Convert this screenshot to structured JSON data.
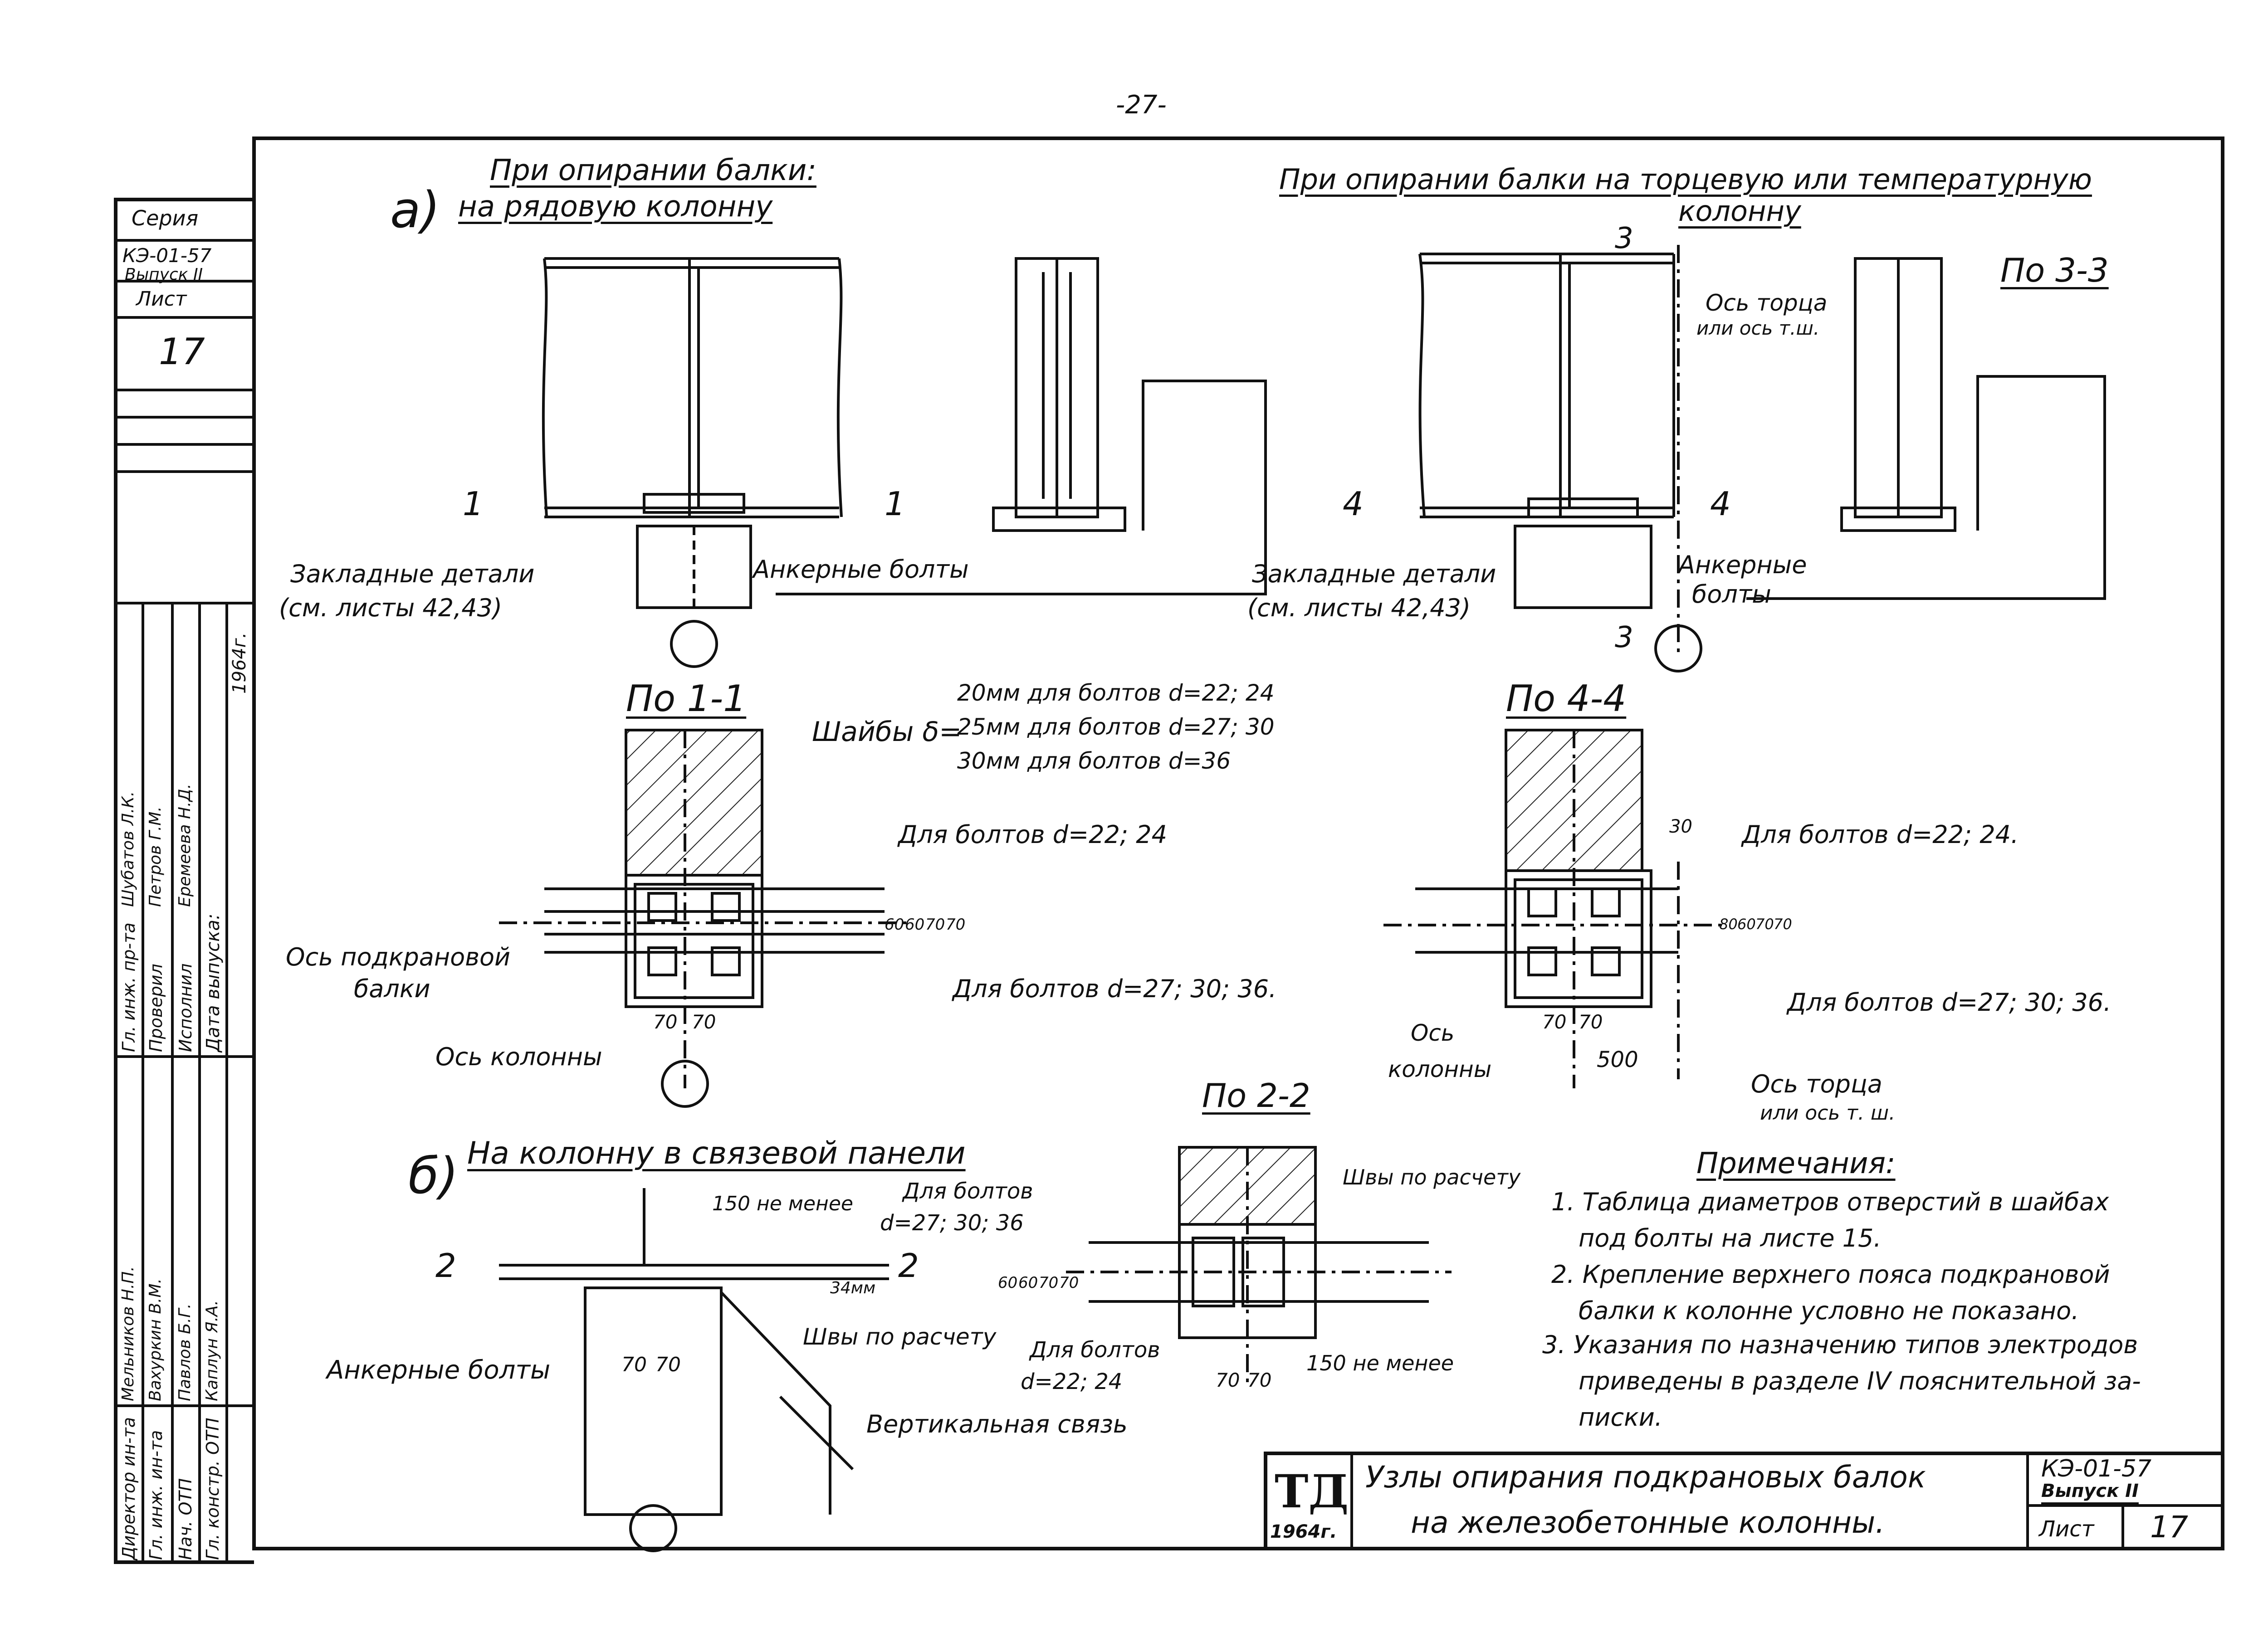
{
  "page_number": "-27-",
  "stamp": {
    "series_label": "Серия",
    "series_code": "КЭ-01-57",
    "issue": "Выпуск II",
    "sheet_label": "Лист",
    "sheet_no": "17"
  },
  "signatures": {
    "roles": [
      "Директор ин-та",
      "Гл. инж. ин-та",
      "Нач. ОТП",
      "Гл. констр. ОТП",
      "Гл. инж. пр-та",
      "Проверил",
      "Исполнил",
      "Дата выпуска:"
    ],
    "names": [
      "Мельников Н.П.",
      "Вахуркин В.М.",
      "Павлов Б.Г.",
      "Каплун Я.А.",
      "Шубатов Л.К.",
      "Петров Г.М.",
      "Еремеева Н.Д."
    ],
    "date": "1964г."
  },
  "section_a": {
    "marker": "а)",
    "title_line1": "При опирании балки:",
    "title_line2": "на рядовую колонну",
    "section_1_left": "1",
    "section_1_right": "1",
    "embedded": "Закладные детали",
    "embedded_ref": "(см. листы 42,43)",
    "anchor_bolts": "Анкерные болты"
  },
  "section_end": {
    "title_line1": "При опирании балки на торцевую или температурную",
    "title_line2": "колонну",
    "cut_3_3": "По 3-3",
    "axis_line1": "Ось торца",
    "axis_line2": "или ось т.ш.",
    "section_4_left": "4",
    "section_4_right": "4",
    "section_3_top": "3",
    "section_3_bottom": "3",
    "embedded": "Закладные детали",
    "embedded_ref": "(см. листы 42,43)",
    "anchor_line1": "Анкерные",
    "anchor_line2": "болты"
  },
  "cut_1_1": {
    "title": "По 1-1",
    "washers_label": "Шайбы δ=",
    "washers": [
      "20мм для болтов d=22; 24",
      "25мм для болтов d=27; 30",
      "30мм для болтов d=36"
    ],
    "bolts_small": "Для болтов d=22; 24",
    "bolts_large": "Для болтов d=27; 30; 36.",
    "dim_a": "60",
    "dim_b": "60",
    "dim_c": "70",
    "dim_d": "70",
    "dim_e": "70",
    "dim_f": "70",
    "beam_axis_line1": "Ось подкрановой",
    "beam_axis_line2": "балки",
    "column_axis": "Ось колонны"
  },
  "cut_4_4": {
    "title": "По 4-4",
    "dim_30": "30",
    "bolts_small": "Для болтов d=22; 24.",
    "bolts_large": "Для болтов d=27; 30; 36.",
    "dim_a": "80",
    "dim_b": "60",
    "dim_c": "70",
    "dim_d": "70",
    "dim_e": "70",
    "dim_f": "70",
    "dim_500": "500",
    "column_axis_line1": "Ось",
    "column_axis_line2": "колонны",
    "end_axis_line1": "Ось торца",
    "end_axis_line2": "или ось т. ш."
  },
  "section_b": {
    "marker": "б)",
    "title": "На колонну в связевой панели",
    "section_2_left": "2",
    "section_2_right": "2",
    "min_150": "150 не менее",
    "bolts_line1": "Для болтов",
    "bolts_line2": "d=27; 30; 36",
    "dim_34": "34мм",
    "welds": "Швы по расчету",
    "anchor_bolts": "Анкерные болты",
    "dim_70a": "70",
    "dim_70b": "70",
    "vertical_brace": "Вертикальная связь"
  },
  "cut_2_2": {
    "title": "По 2-2",
    "welds": "Швы по расчету",
    "dim_60a": "60",
    "dim_60b": "60",
    "dim_70a": "70",
    "dim_70b": "70",
    "bolts_line1": "Для болтов",
    "bolts_line2": "d=22; 24",
    "dim_70c": "70",
    "dim_70d": "70",
    "min_150": "150 не менее"
  },
  "notes": {
    "heading": "Примечания:",
    "items": [
      "1. Таблица диаметров отверстий в шайбах",
      "под болты на листе 15.",
      "2. Крепление верхнего пояса подкрановой",
      "балки к колонне условно не показано.",
      "3. Указания по назначению типов электродов",
      "приведены в разделе IV пояснительной за-",
      "писки."
    ]
  },
  "title_block": {
    "logo": "ТД",
    "logo_year": "1964г.",
    "title_line1": "Узлы опирания подкрановых балок",
    "title_line2": "на железобетонные колонны.",
    "code": "КЭ-01-57",
    "issue": "Выпуск II",
    "sheet_label": "Лист",
    "sheet_no": "17"
  }
}
